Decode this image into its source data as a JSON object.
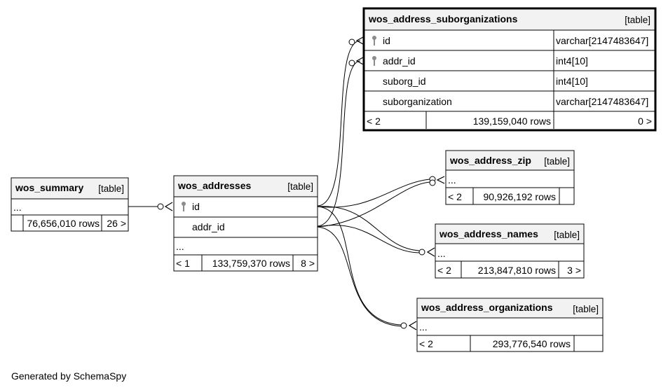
{
  "footer": "Generated by SchemaSpy",
  "tables": {
    "summary": {
      "name": "wos_summary",
      "kind": "[table]",
      "ellipsis": "...",
      "rows": "76,656,010 rows",
      "children": "26 >"
    },
    "addresses": {
      "name": "wos_addresses",
      "kind": "[table]",
      "col_id": "id",
      "col_addr": "addr_id",
      "ellipsis": "...",
      "parents": "< 1",
      "rows": "133,759,370 rows",
      "children": "8 >"
    },
    "suborgs": {
      "name": "wos_address_suborganizations",
      "kind": "[table]",
      "columns": [
        {
          "name": "id",
          "type": "varchar[2147483647]"
        },
        {
          "name": "addr_id",
          "type": "int4[10]"
        },
        {
          "name": "suborg_id",
          "type": "int4[10]"
        },
        {
          "name": "suborganization",
          "type": "varchar[2147483647]"
        }
      ],
      "parents": "< 2",
      "rows": "139,159,040 rows",
      "children": "0 >"
    },
    "zip": {
      "name": "wos_address_zip",
      "kind": "[table]",
      "ellipsis": "...",
      "parents": "< 2",
      "rows": "90,926,192 rows"
    },
    "names": {
      "name": "wos_address_names",
      "kind": "[table]",
      "ellipsis": "...",
      "parents": "< 2",
      "rows": "213,847,810 rows",
      "children": "3 >"
    },
    "orgs": {
      "name": "wos_address_organizations",
      "kind": "[table]",
      "ellipsis": "...",
      "parents": "< 2",
      "rows": "293,776,540 rows"
    }
  },
  "colors": {
    "header_bg": "#f2f2f2",
    "key_icon": "#8c8c8c"
  }
}
